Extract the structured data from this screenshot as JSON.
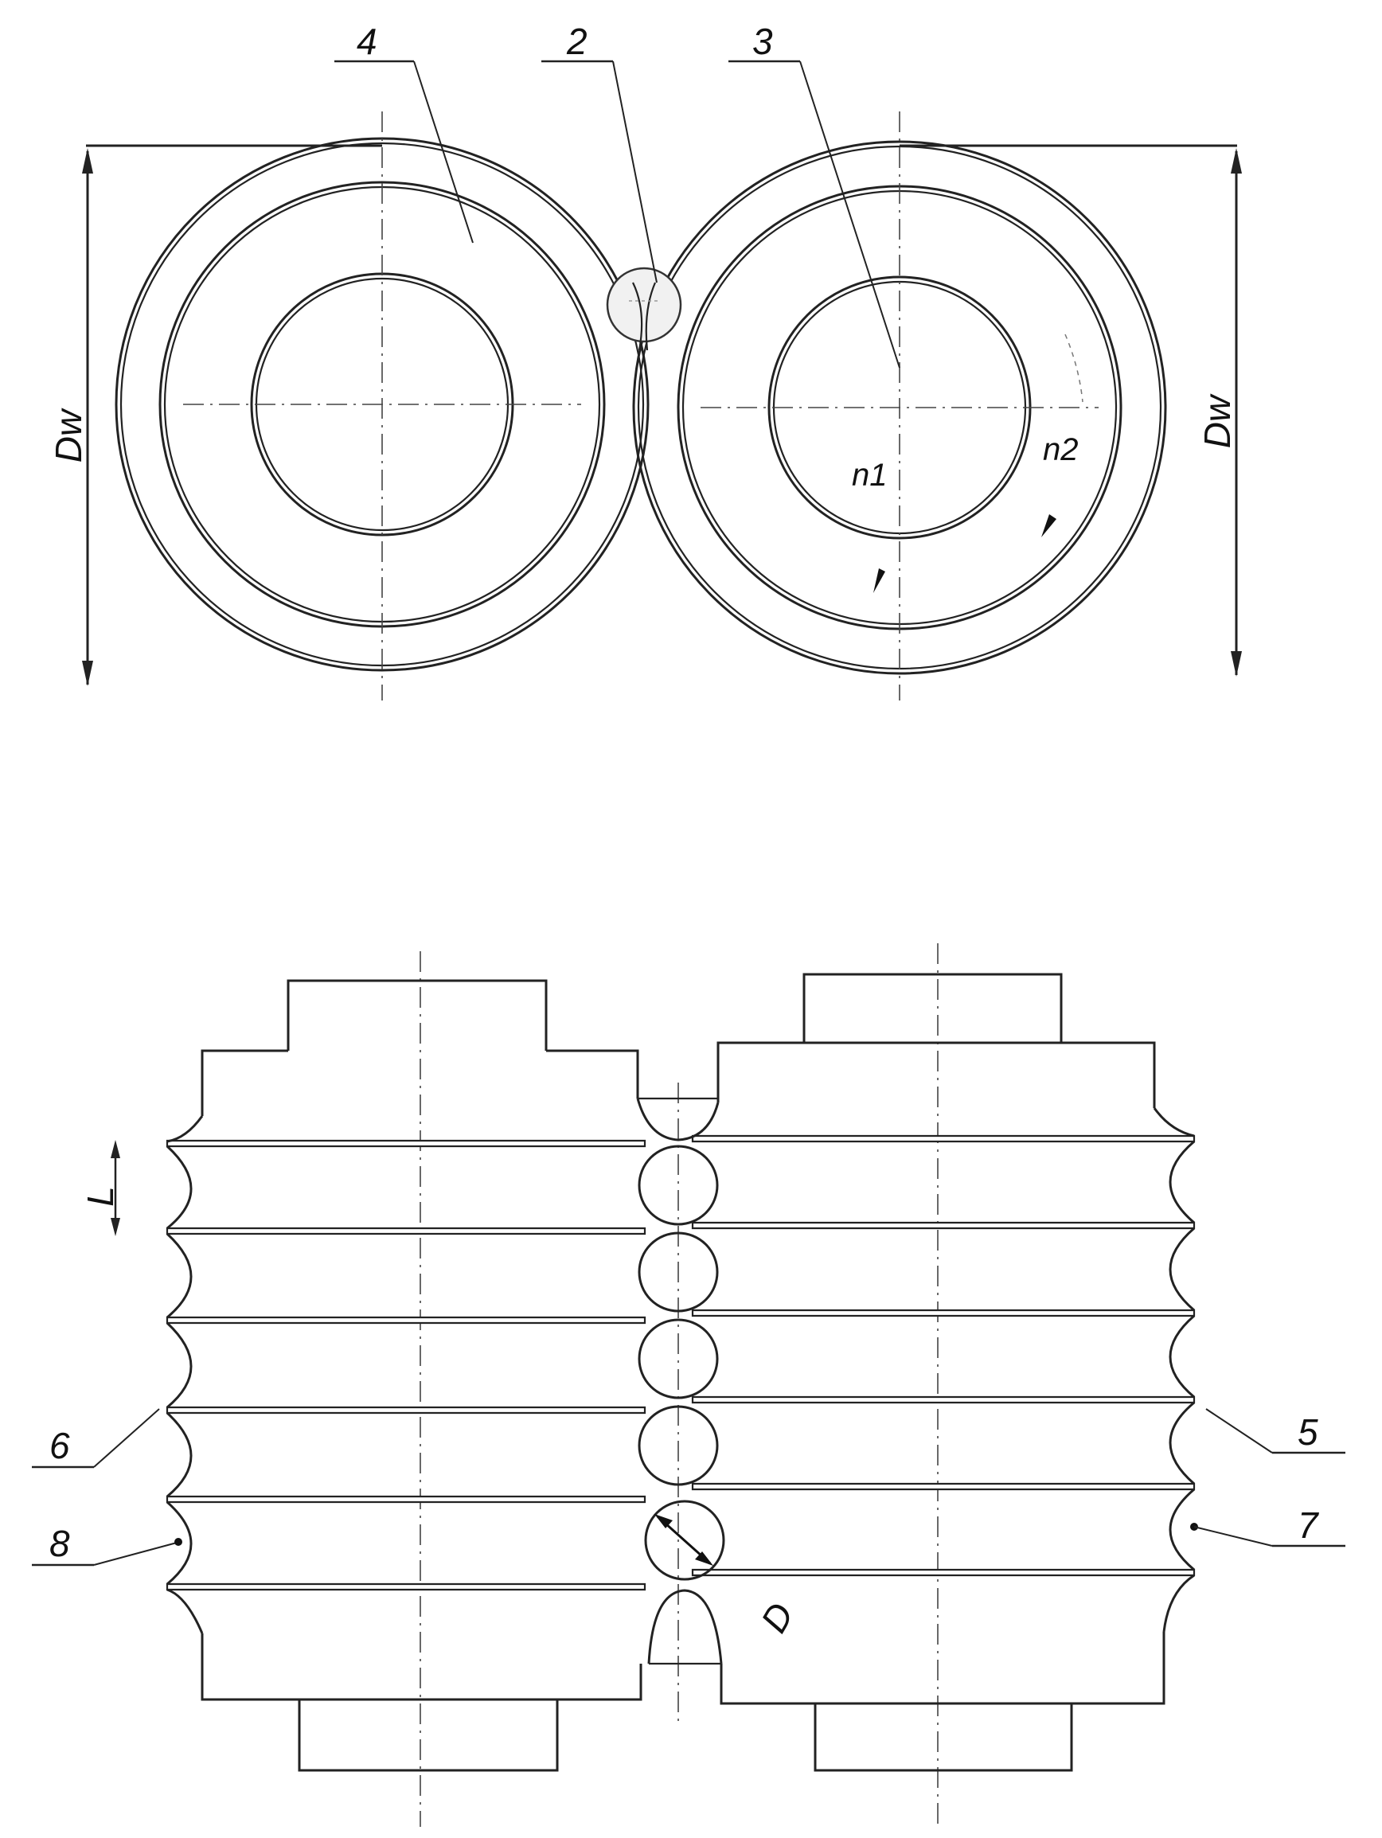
{
  "figure_top": {
    "callouts": {
      "roller_left": "4",
      "contact_zone": "2",
      "roller_right": "3"
    },
    "dimensions": {
      "left_diameter": "Dw",
      "right_diameter": "Dw"
    },
    "speeds": {
      "n1": "n1",
      "n2": "n2"
    }
  },
  "figure_bottom": {
    "callouts": {
      "pitch": "L",
      "ball_diameter": "D",
      "groove_left": "6",
      "groove_right": "5",
      "land_left": "8",
      "land_right": "7"
    }
  }
}
